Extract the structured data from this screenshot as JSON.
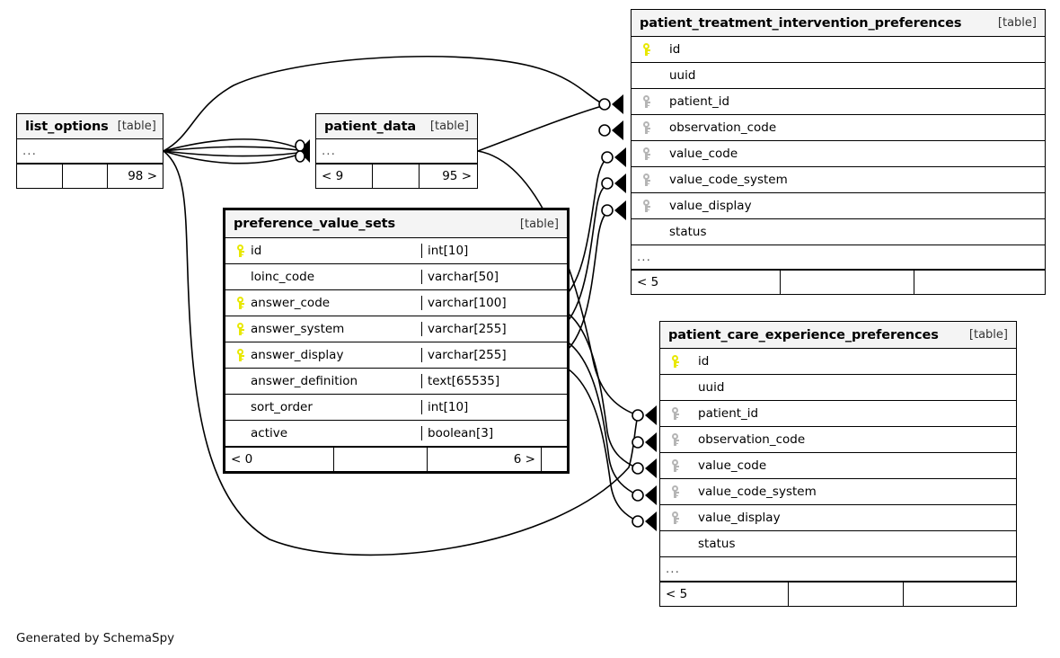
{
  "credit": "Generated by SchemaSpy",
  "table_tag": "[table]",
  "ellipsis": "...",
  "colors": {
    "primary_key": "#e8e800",
    "foreign_key": "#b5b5b5",
    "header_bg": "#f4f4f4",
    "border": "#000000"
  },
  "tables": {
    "list_options": {
      "name": "list_options",
      "tag": "[table]",
      "rows": [
        {
          "label": "...",
          "key": "none",
          "type": ""
        }
      ],
      "footer": {
        "left": "",
        "mid": "",
        "right": "98 >"
      }
    },
    "patient_data": {
      "name": "patient_data",
      "tag": "[table]",
      "rows": [
        {
          "label": "...",
          "key": "none",
          "type": ""
        }
      ],
      "footer": {
        "left": "< 9",
        "mid": "",
        "right": "95 >"
      }
    },
    "preference_value_sets": {
      "name": "preference_value_sets",
      "tag": "[table]",
      "rows": [
        {
          "label": "id",
          "key": "pk",
          "type": "int[10]"
        },
        {
          "label": "loinc_code",
          "key": "none",
          "type": "varchar[50]"
        },
        {
          "label": "answer_code",
          "key": "pk",
          "type": "varchar[100]"
        },
        {
          "label": "answer_system",
          "key": "pk",
          "type": "varchar[255]"
        },
        {
          "label": "answer_display",
          "key": "pk",
          "type": "varchar[255]"
        },
        {
          "label": "answer_definition",
          "key": "none",
          "type": "text[65535]"
        },
        {
          "label": "sort_order",
          "key": "none",
          "type": "int[10]"
        },
        {
          "label": "active",
          "key": "none",
          "type": "boolean[3]"
        }
      ],
      "footer": {
        "left": "< 0",
        "mid": "",
        "right": "6 >"
      }
    },
    "patient_treatment_intervention_preferences": {
      "name": "patient_treatment_intervention_preferences",
      "tag": "[table]",
      "rows": [
        {
          "label": "id",
          "key": "pk",
          "type": ""
        },
        {
          "label": "uuid",
          "key": "none",
          "type": ""
        },
        {
          "label": "patient_id",
          "key": "fk",
          "type": ""
        },
        {
          "label": "observation_code",
          "key": "fk",
          "type": ""
        },
        {
          "label": "value_code",
          "key": "fk",
          "type": ""
        },
        {
          "label": "value_code_system",
          "key": "fk",
          "type": ""
        },
        {
          "label": "value_display",
          "key": "fk",
          "type": ""
        },
        {
          "label": "status",
          "key": "none",
          "type": ""
        },
        {
          "label": "...",
          "key": "none",
          "type": ""
        }
      ],
      "footer": {
        "left": "< 5",
        "mid": "",
        "right": ""
      }
    },
    "patient_care_experience_preferences": {
      "name": "patient_care_experience_preferences",
      "tag": "[table]",
      "rows": [
        {
          "label": "id",
          "key": "pk",
          "type": ""
        },
        {
          "label": "uuid",
          "key": "none",
          "type": ""
        },
        {
          "label": "patient_id",
          "key": "fk",
          "type": ""
        },
        {
          "label": "observation_code",
          "key": "fk",
          "type": ""
        },
        {
          "label": "value_code",
          "key": "fk",
          "type": ""
        },
        {
          "label": "value_code_system",
          "key": "fk",
          "type": ""
        },
        {
          "label": "value_display",
          "key": "fk",
          "type": ""
        },
        {
          "label": "status",
          "key": "none",
          "type": ""
        },
        {
          "label": "...",
          "key": "none",
          "type": ""
        }
      ],
      "footer": {
        "left": "< 5",
        "mid": "",
        "right": ""
      }
    }
  },
  "relationships": [
    {
      "from": "list_options",
      "to": "patient_data",
      "notation": "zero-or-many"
    },
    {
      "from": "list_options",
      "to": "patient_treatment_intervention_preferences.observation_code",
      "notation": "zero-or-many"
    },
    {
      "from": "list_options",
      "to": "patient_care_experience_preferences.observation_code",
      "notation": "zero-or-many"
    },
    {
      "from": "patient_data",
      "to": "patient_treatment_intervention_preferences.patient_id",
      "notation": "zero-or-many"
    },
    {
      "from": "patient_data",
      "to": "patient_care_experience_preferences.patient_id",
      "notation": "zero-or-many"
    },
    {
      "from": "preference_value_sets.answer_code",
      "to": "patient_treatment_intervention_preferences.value_code",
      "notation": "zero-or-many"
    },
    {
      "from": "preference_value_sets.answer_system",
      "to": "patient_treatment_intervention_preferences.value_code_system",
      "notation": "zero-or-many"
    },
    {
      "from": "preference_value_sets.answer_display",
      "to": "patient_treatment_intervention_preferences.value_display",
      "notation": "zero-or-many"
    },
    {
      "from": "preference_value_sets.answer_code",
      "to": "patient_care_experience_preferences.value_code",
      "notation": "zero-or-many"
    },
    {
      "from": "preference_value_sets.answer_system",
      "to": "patient_care_experience_preferences.value_code_system",
      "notation": "zero-or-many"
    },
    {
      "from": "preference_value_sets.answer_display",
      "to": "patient_care_experience_preferences.value_display",
      "notation": "zero-or-many"
    }
  ]
}
